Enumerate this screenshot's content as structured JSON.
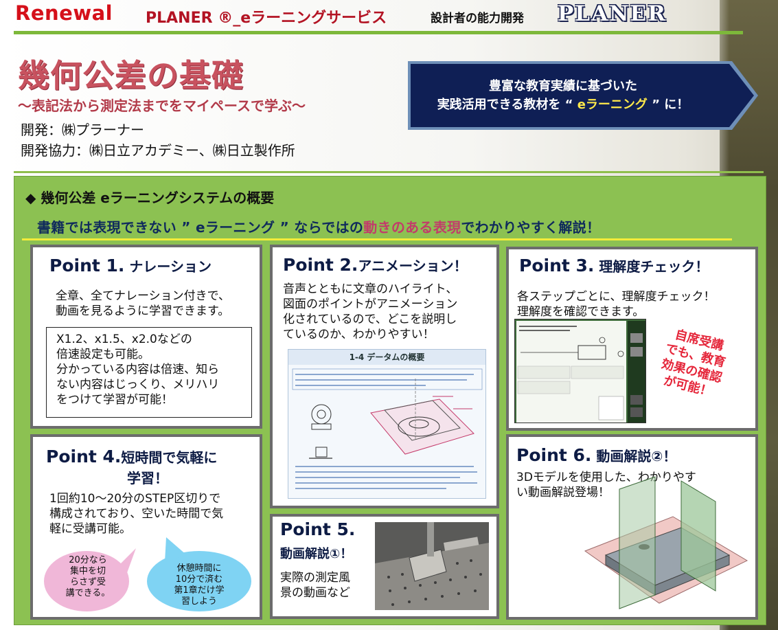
{
  "header": {
    "renewal": "Renewal",
    "service_title": "PLANER ®_eラーニングサービス",
    "dev_label": "設計者の能力開発",
    "logo": "PLANER"
  },
  "title": {
    "main": "幾何公差の基礎",
    "subtitle": "～表記法から測定法までをマイペースで学ぶ～",
    "developer": "開発：㈱プラーナー",
    "partner": "開発協力：㈱日立アカデミー、㈱日立製作所"
  },
  "callout": {
    "line1": "豊富な教育実績に基づいた",
    "line2_a": "実践活用できる教材を “ ",
    "line2_hl": "eラーニング",
    "line2_b": " ” に！"
  },
  "overview": {
    "heading": "◆ 幾何公差 eラーニングシステムの概要",
    "tagline_a": "書籍では表現できない ” eラーニング ” ならではの",
    "tagline_pink": "動きのある表現",
    "tagline_b": "でわかりやすく解説！"
  },
  "points": {
    "p1": {
      "head": "Point 1.",
      "sub": " ナレーション",
      "text1": "全章、全てナレーション付きで、",
      "text2": "動画を見るように学習できます。",
      "box1": "X1.2、x1.5、x2.0などの",
      "box2": "倍速設定も可能。",
      "box3": "分かっている内容は倍速、知ら",
      "box4": "ない内容はじっくり、メリハリ",
      "box5": "をつけて学習が可能！"
    },
    "p2": {
      "head": "Point 2.",
      "sub": "アニメーション！",
      "text1": "音声とともに文章のハイライト、",
      "text2": "図面のポイントがアニメーション",
      "text3": "化されているので、どこを説明し",
      "text4": "ているのか、わかりやすい！",
      "fig_title": "1-4 データムの概要"
    },
    "p3": {
      "head": "Point 3.",
      "sub": "  理解度チェック！",
      "text1": "各ステップごとに、理解度チェック！",
      "text2": "理解度を確認できます。",
      "stamp1": "自席受講",
      "stamp2": "でも、教育",
      "stamp3": "効果の確認",
      "stamp4": "が可能！"
    },
    "p4": {
      "head": "Point 4.",
      "sub1": "短時間で気軽に",
      "sub2": "学習！",
      "text1": "1回約10～20分のSTEP区切りで",
      "text2": "構成されており、空いた時間で気",
      "text3": "軽に受講可能。",
      "bubble_pink": [
        "20分なら",
        "集中を切",
        "らさず受",
        "講できる。"
      ],
      "bubble_blue": [
        "休憩時間に",
        "10分で済む",
        "第1章だけ学",
        "習しよう"
      ]
    },
    "p5": {
      "head": "Point 5.",
      "sub": "動画解説①！",
      "text1": "実際の測定風",
      "text2": "景の動画など"
    },
    "p6": {
      "head": "Point 6.",
      "sub": "  動画解説②！",
      "text1": "3Dモデルを使用した、わかりやす",
      "text2": "い動画解説登場！"
    }
  },
  "colors": {
    "accent_red": "#d5101a",
    "title_pink": "#c8525f",
    "callout_navy": "#0f1f55",
    "panel_green": "#8cc152",
    "tagline_navy": "#0f2a5c"
  }
}
